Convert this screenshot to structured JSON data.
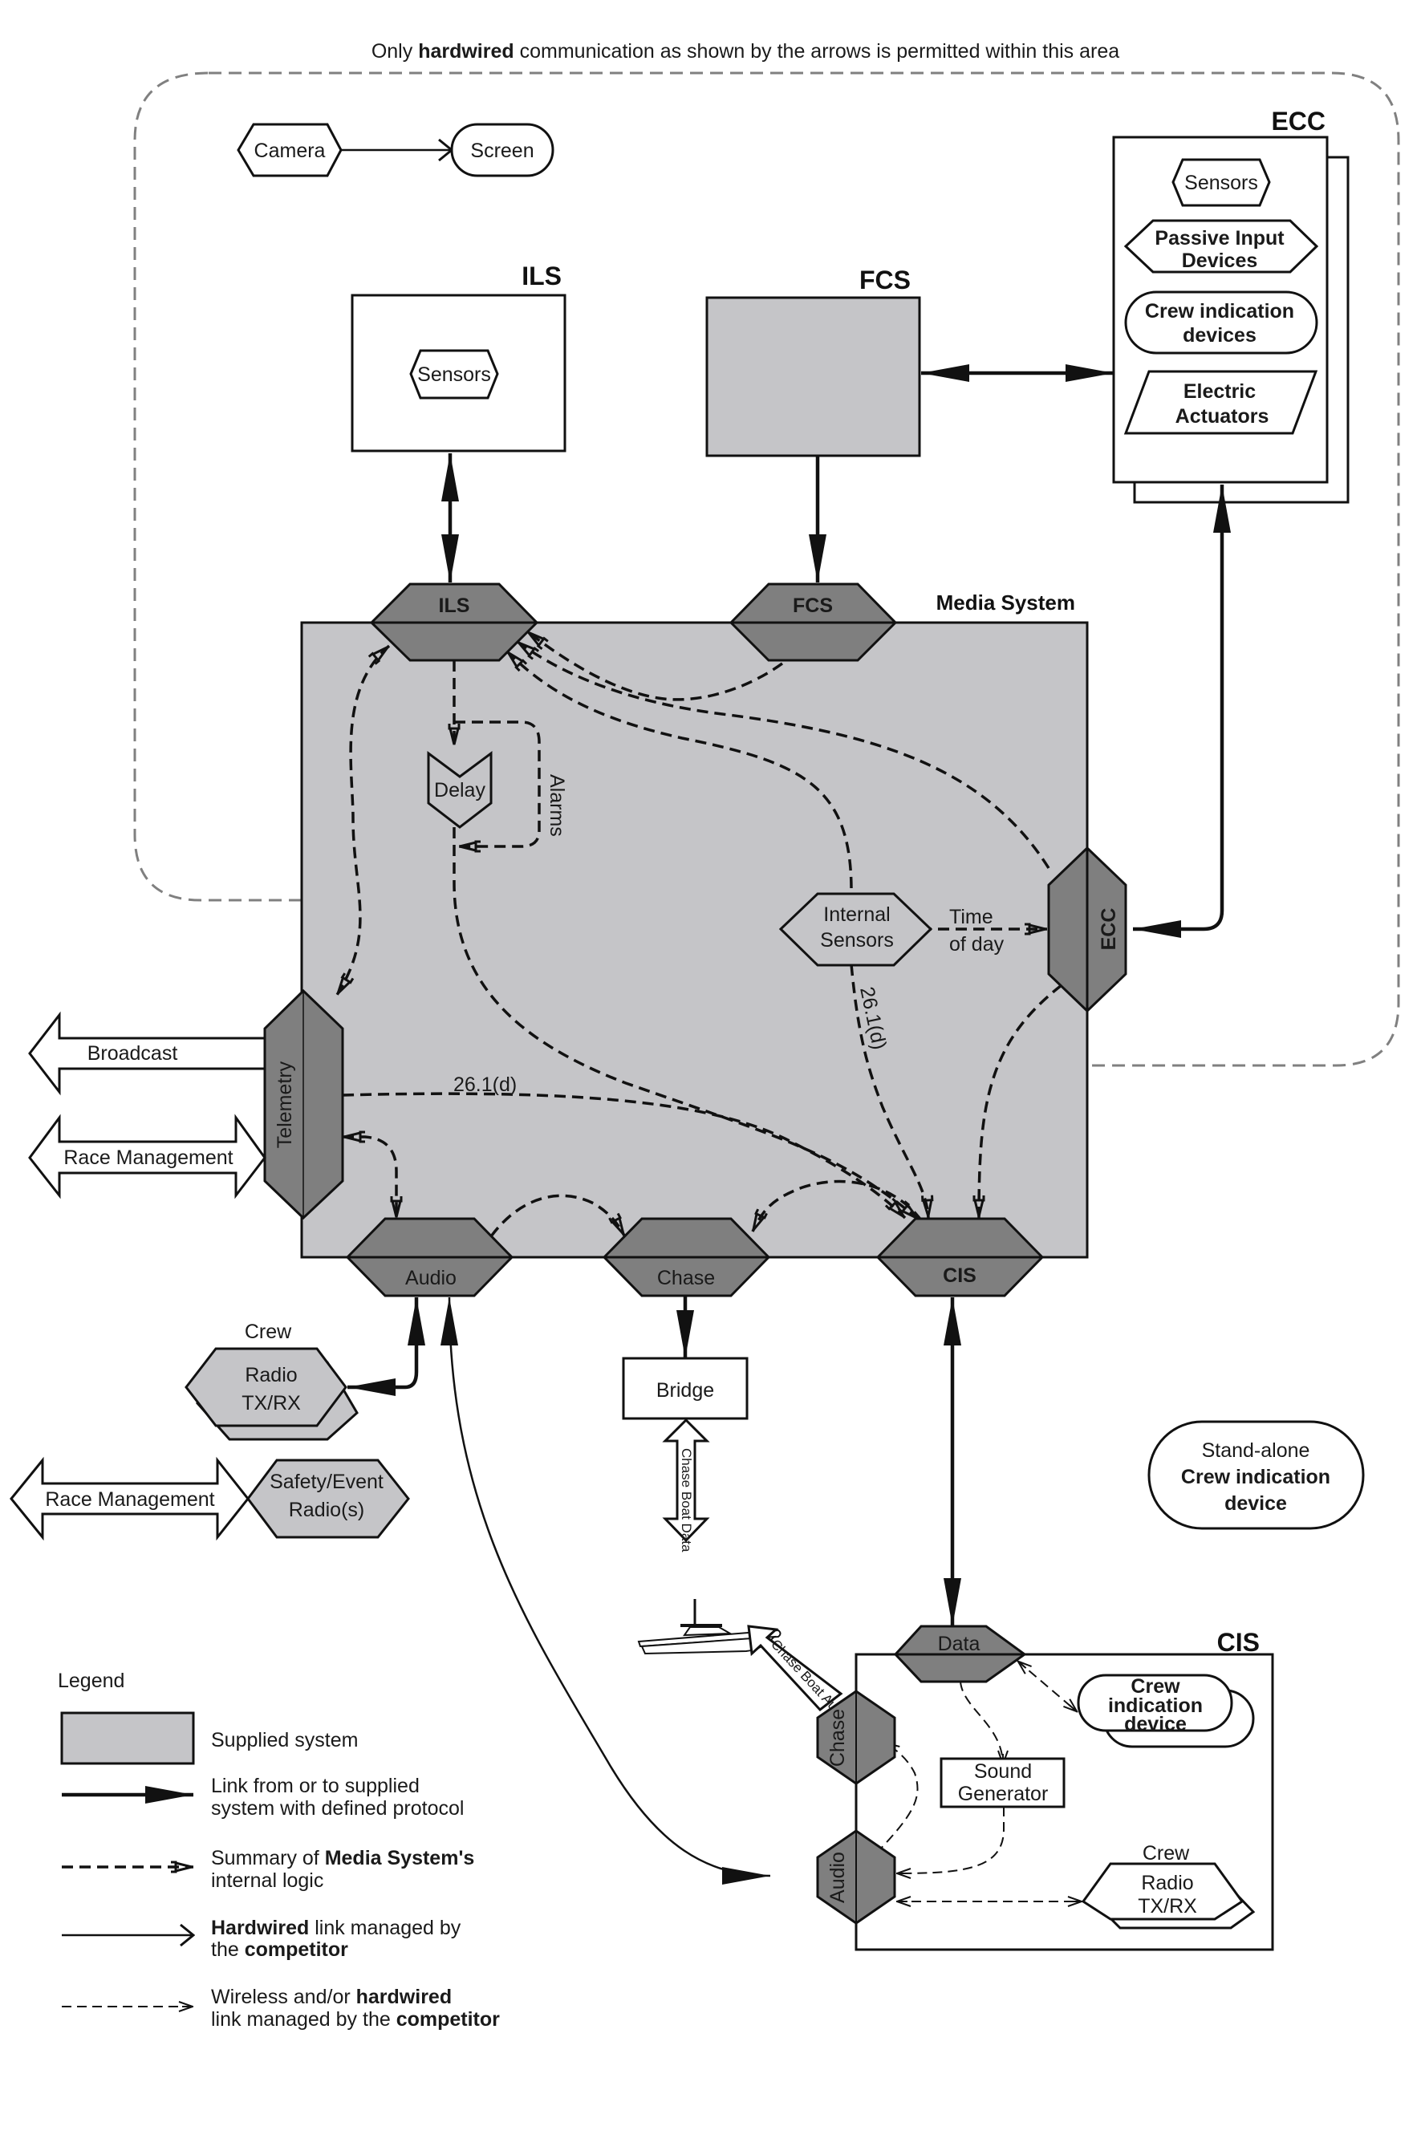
{
  "header": {
    "area_note_pre": "Only ",
    "area_note_bold": "hardwired",
    "area_note_post": " communication as shown by the arrows is permitted within this area"
  },
  "top_demo": {
    "camera": "Camera",
    "screen": "Screen"
  },
  "ils_box": {
    "title": "ILS",
    "sensors": "Sensors"
  },
  "fcs_box": {
    "title": "FCS"
  },
  "ecc_box": {
    "title": "ECC",
    "sensors": "Sensors",
    "passive_line1": "Passive  Input",
    "passive_line2": "Devices",
    "crew_line1": "Crew indication",
    "crew_line2": "devices",
    "actuators_line1": "Electric",
    "actuators_line2": "Actuators"
  },
  "media_system": {
    "title": "Media System",
    "ports": {
      "ils": "ILS",
      "fcs": "FCS",
      "ecc": "ECC",
      "telemetry": "Telemetry",
      "audio": "Audio",
      "chase": "Chase",
      "cis": "CIS"
    },
    "delay": "Delay",
    "alarms": "Alarms",
    "internal_sensors_line1": "Internal",
    "internal_sensors_line2": "Sensors",
    "time_line1": "Time",
    "time_line2": "of day",
    "rule_label_1": "26.1(d)",
    "rule_label_2": "26.1(d)"
  },
  "external": {
    "broadcast": "Broadcast",
    "race_management_top": "Race Management",
    "crew_label": "Crew",
    "radio_line1": "Radio",
    "radio_line2": "TX/RX",
    "race_management_bottom": "Race Management",
    "safety_line1": "Safety/Event",
    "safety_line2": "Radio(s)",
    "bridge": "Bridge",
    "chase_boat_data": "Chase Boat Data",
    "chase_boat_audio": "Chase Boat Audio",
    "boat_icon": "chase-boat-icon"
  },
  "standalone": {
    "line1": "Stand-alone",
    "line2": "Crew indication",
    "line3": "device"
  },
  "cis_box": {
    "title": "CIS",
    "data_port": "Data",
    "chase_port": "Chase",
    "audio_port": "Audio",
    "crew_device_line1": "Crew",
    "crew_device_line2": "indication",
    "crew_device_line3": "device",
    "sound_line1": "Sound",
    "sound_line2": "Generator",
    "crew_label": "Crew",
    "radio_line1": "Radio",
    "radio_line2": "TX/RX"
  },
  "legend": {
    "title": "Legend",
    "supplied": "Supplied system",
    "link_line1": "Link from or to supplied",
    "link_line2": "system with defined protocol",
    "summary_pre": "Summary of ",
    "summary_bold": "Media System's",
    "summary_line2": "internal logic",
    "hardwired_bold": "Hardwired",
    "hardwired_post": " link managed by",
    "hardwired_line2_pre": "the ",
    "hardwired_line2_bold": "competitor",
    "wireless_line1_pre": "Wireless and/or ",
    "wireless_line1_bold": "hardwired",
    "wireless_line2_pre": "link managed by the ",
    "wireless_line2_bold": "competitor"
  },
  "colors": {
    "supplied_fill": "#c5c5c8",
    "port_fill": "#7f7f7f",
    "area_border": "#808080"
  }
}
